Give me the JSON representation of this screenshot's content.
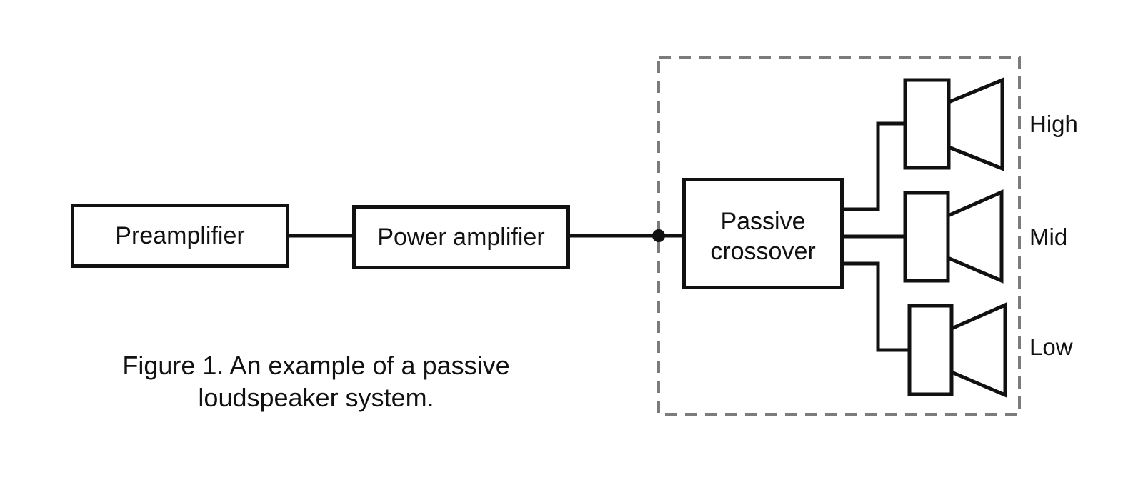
{
  "figure": {
    "caption_line1": "Figure 1. An example of a passive",
    "caption_line2": "loudspeaker system."
  },
  "blocks": {
    "preamplifier": {
      "label": "Preamplifier"
    },
    "power_amplifier": {
      "label": "Power amplifier"
    },
    "passive_crossover": {
      "label_line1": "Passive",
      "label_line2": "crossover"
    }
  },
  "speakers": [
    {
      "label": "High"
    },
    {
      "label": "Mid"
    },
    {
      "label": "Low"
    }
  ],
  "colors": {
    "line": "#111111",
    "dashed_enclosure": "#7b7b7b",
    "background": "#ffffff",
    "text": "#111111"
  }
}
